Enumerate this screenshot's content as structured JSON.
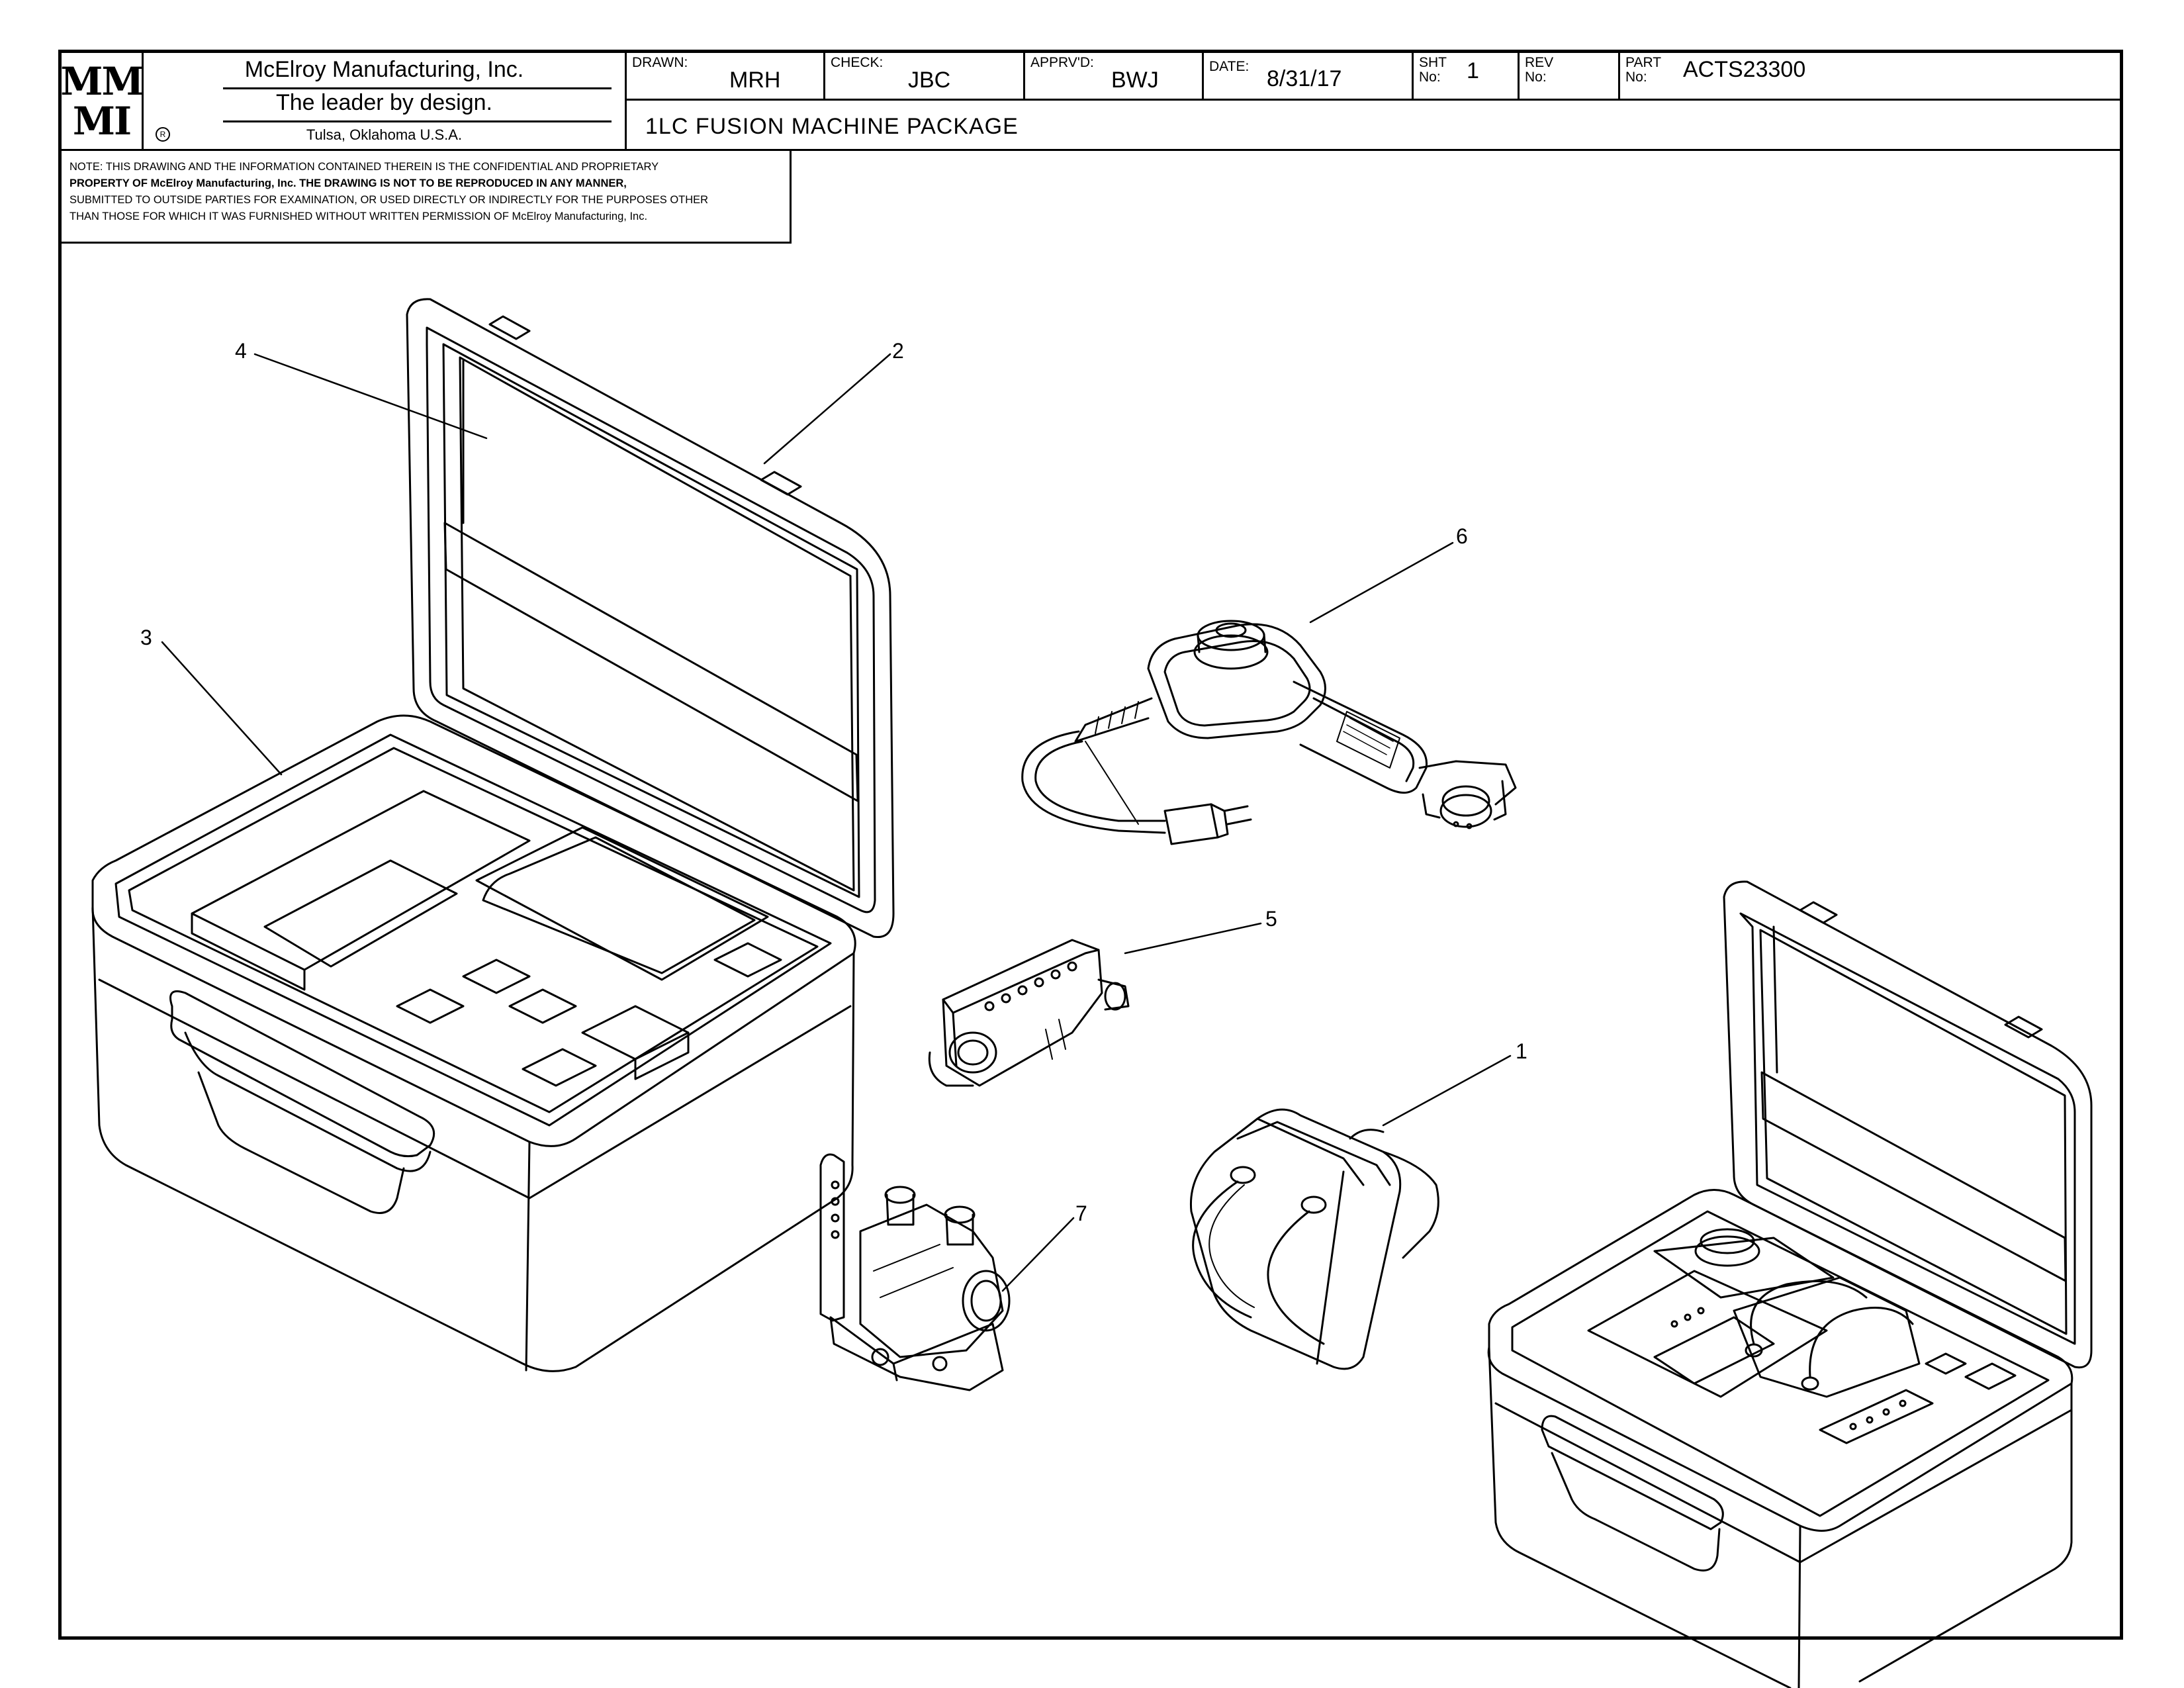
{
  "logo": {
    "line1": "MM",
    "line2": "MI"
  },
  "company": {
    "name": "McElroy Manufacturing, Inc.",
    "tagline": "The leader by design.",
    "location": "Tulsa, Oklahoma U.S.A.",
    "registered_mark": "R"
  },
  "title_block": {
    "drawn_label": "DRAWN:",
    "drawn": "MRH",
    "check_label": "CHECK:",
    "check": "JBC",
    "approved_label": "APPRV'D:",
    "approved": "BWJ",
    "date_label": "DATE:",
    "date": "8/31/17",
    "sheet_label": "SHT\nNo:",
    "sheet": "1",
    "rev_label": "REV\nNo:",
    "rev": "",
    "part_label": "PART\nNo:",
    "part": "ACTS23300",
    "title": "1LC FUSION MACHINE PACKAGE"
  },
  "note": {
    "line1": "NOTE: THIS DRAWING AND THE INFORMATION CONTAINED THEREIN IS THE CONFIDENTIAL AND PROPRIETARY",
    "line2": "PROPERTY OF McElroy Manufacturing, Inc. THE DRAWING IS NOT TO BE REPRODUCED IN ANY MANNER,",
    "line3": "SUBMITTED TO OUTSIDE PARTIES FOR EXAMINATION, OR USED DIRECTLY OR INDIRECTLY FOR THE PURPOSES OTHER",
    "line4": "THAN THOSE FOR WHICH IT WAS FURNISHED WITHOUT WRITTEN PERMISSION OF McElroy Manufacturing, Inc."
  },
  "balloons": {
    "b1": "1",
    "b2": "2",
    "b3": "3",
    "b4": "4",
    "b5": "5",
    "b6": "6",
    "b7": "7"
  }
}
